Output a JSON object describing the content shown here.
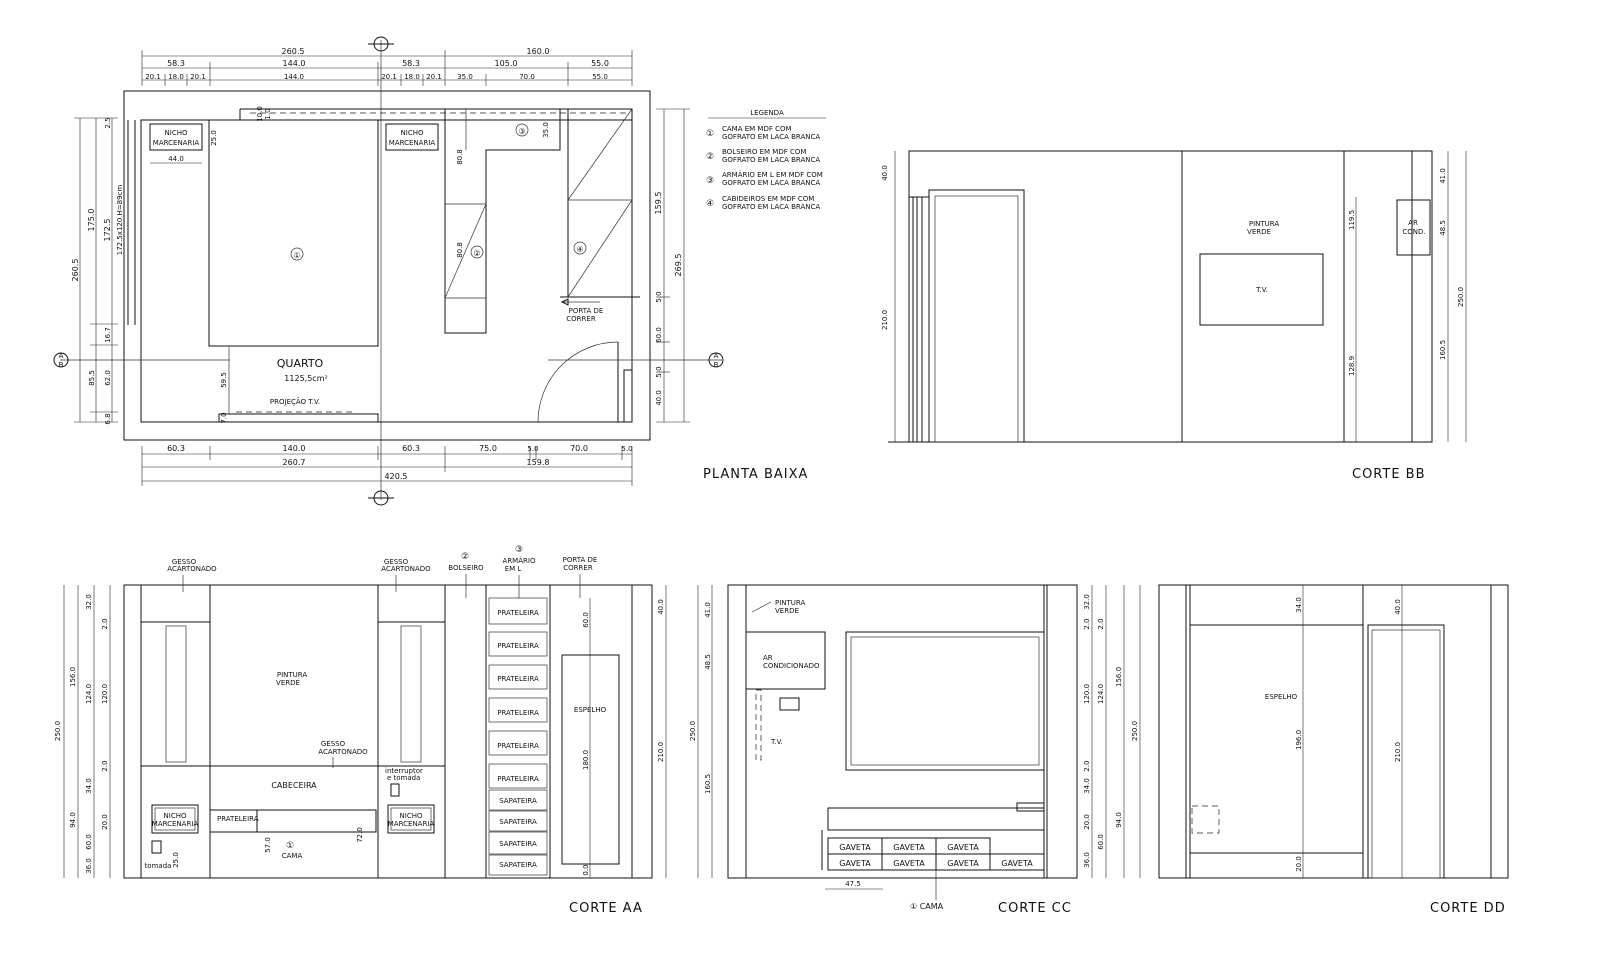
{
  "plan": {
    "top_dims_1": [
      "260.5",
      "160.0"
    ],
    "top_dims_2": [
      "58.3",
      "144.0",
      "58.3",
      "105.0",
      "55.0"
    ],
    "top_dims_3": [
      "20.1",
      "18.0",
      "20.1",
      "144.0",
      "20.1",
      "18.0",
      "20.1",
      "35.0",
      "70.0",
      "55.0"
    ],
    "left_dims": [
      "260.5",
      "175.0",
      "172.5",
      "172.5x120 H=89cm",
      "16.7",
      "85.5",
      "62.0",
      "6.8",
      "2.5"
    ],
    "right_dims": [
      "159.5",
      "269.5",
      "60.0",
      "40.0",
      "5.0",
      "5.0"
    ],
    "bottom_dims_1": [
      "60.3",
      "140.0",
      "60.3",
      "75.0",
      "5.0",
      "70.0",
      "5.0"
    ],
    "bottom_dims_2": [
      "260.7",
      "159.8"
    ],
    "bottom_dims_3": [
      "420.5"
    ],
    "nicho": "NICHO",
    "marcenaria": "MARCENARIA",
    "inner_dims": [
      "44.0",
      "25.0",
      "80.8",
      "80.8",
      "35.0",
      "59.5",
      "7.0",
      "10.0",
      "1.0"
    ],
    "room_name": "QUARTO",
    "room_area": "1125,5cm²",
    "projection": "PROJEÇÃO T.V.",
    "porta": [
      "PORTA DE",
      "CORRER"
    ],
    "marks": [
      "①",
      "②",
      "③",
      "④"
    ],
    "section_tags": [
      "A",
      "B",
      "B",
      "A"
    ],
    "title": "PLANTA BAIXA"
  },
  "legend": {
    "title": "LEGENDA",
    "items": [
      {
        "num": "①",
        "line1": "CAMA EM MDF COM",
        "line2": "GOFRATO EM LACA BRANCA"
      },
      {
        "num": "②",
        "line1": "BOLSEIRO EM MDF COM",
        "line2": "GOFRATO EM LACA BRANCA"
      },
      {
        "num": "③",
        "line1": "ARMÁRIO EM L EM MDF COM",
        "line2": "GOFRATO EM LACA BRANCA"
      },
      {
        "num": "④",
        "line1": "CABIDEIROS EM MDF COM",
        "line2": "GOFRATO EM LACA BRANCA"
      }
    ]
  },
  "corte_bb": {
    "title": "CORTE BB",
    "pintura": [
      "PINTURA",
      "VERDE"
    ],
    "tv": "T.V.",
    "ar": [
      "AR",
      "COND."
    ],
    "dims": [
      "40.0",
      "210.0",
      "119.5",
      "128.9",
      "41.0",
      "48.5",
      "160.5",
      "250.0"
    ]
  },
  "corte_aa": {
    "title": "CORTE AA",
    "gesso": [
      "GESSO",
      "ACARTONADO"
    ],
    "bolseiro": "BOLSEIRO",
    "armario": [
      "ARMÁRIO",
      "EM L"
    ],
    "porta": [
      "PORTA DE",
      "CORRER"
    ],
    "pintura": [
      "PINTURA",
      "VERDE"
    ],
    "cabeceira": "CABECEIRA",
    "prateleira": "PRATELEIRA",
    "sapateira": "SAPATEIRA",
    "espelho": "ESPELHO",
    "nicho": [
      "NICHO",
      "MARCENARIA"
    ],
    "cama": "CAMA",
    "tomada": "tomada",
    "interruptor": [
      "interruptor",
      "e tomada"
    ],
    "left_dims": [
      "250.0",
      "156.0",
      "94.0",
      "32.0",
      "124.0",
      "34.0",
      "60.0",
      "36.0",
      "2.0",
      "120.0",
      "2.0",
      "20.0"
    ],
    "inner_dims": [
      "25.0",
      "57.0",
      "72.0",
      "60.0",
      "180.0",
      "0.0"
    ],
    "right_dims": [
      "40.0",
      "210.0"
    ],
    "marks": [
      "②",
      "③",
      "①"
    ]
  },
  "corte_cc": {
    "title": "CORTE CC",
    "pintura": [
      "PINTURA",
      "VERDE"
    ],
    "ar": [
      "AR",
      "CONDICIONADO"
    ],
    "tv": "T.V.",
    "gaveta": "GAVETA",
    "cama": "① CAMA",
    "dim_475": "47.5",
    "left_dims": [
      "41.0",
      "48.5",
      "250.0",
      "160.5"
    ],
    "right_dims": [
      "32.0",
      "2.0",
      "120.0",
      "2.0",
      "34.0",
      "20.0",
      "36.0",
      "2.0",
      "124.0",
      "94.0",
      "60.0",
      "156.0",
      "250.0"
    ]
  },
  "corte_dd": {
    "title": "CORTE DD",
    "espelho": "ESPELHO",
    "dims": [
      "34.0",
      "196.0",
      "20.0",
      "40.0",
      "210.0"
    ]
  }
}
